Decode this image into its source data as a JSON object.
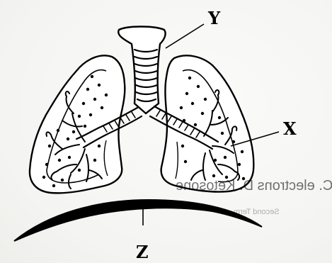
{
  "labels": {
    "y": "Y",
    "x": "X",
    "z": "Z"
  },
  "bleed_through": {
    "line1": "C. electrons       D. Ketosone",
    "line2": "Second Term"
  }
}
